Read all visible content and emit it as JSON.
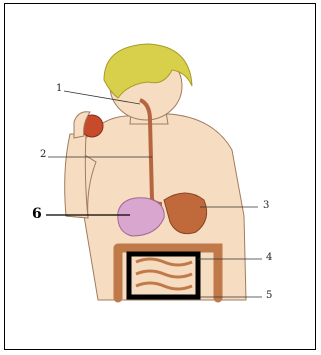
{
  "diagram": {
    "labels": [
      {
        "id": "label-1",
        "text": "1"
      },
      {
        "id": "label-2",
        "text": "2"
      },
      {
        "id": "label-3",
        "text": "3"
      },
      {
        "id": "label-4",
        "text": "4"
      },
      {
        "id": "label-5",
        "text": "5"
      },
      {
        "id": "label-6",
        "text": "6"
      }
    ],
    "colors": {
      "skin": "#f6dcc0",
      "skin_outline": "#a07c5f",
      "hair": "#d8d04a",
      "esophagus": "#b5653f",
      "stomach": "#c0693a",
      "liver": "#d9a6cf",
      "intestine": "#c07a4a",
      "highlight_box": "#000000"
    }
  }
}
